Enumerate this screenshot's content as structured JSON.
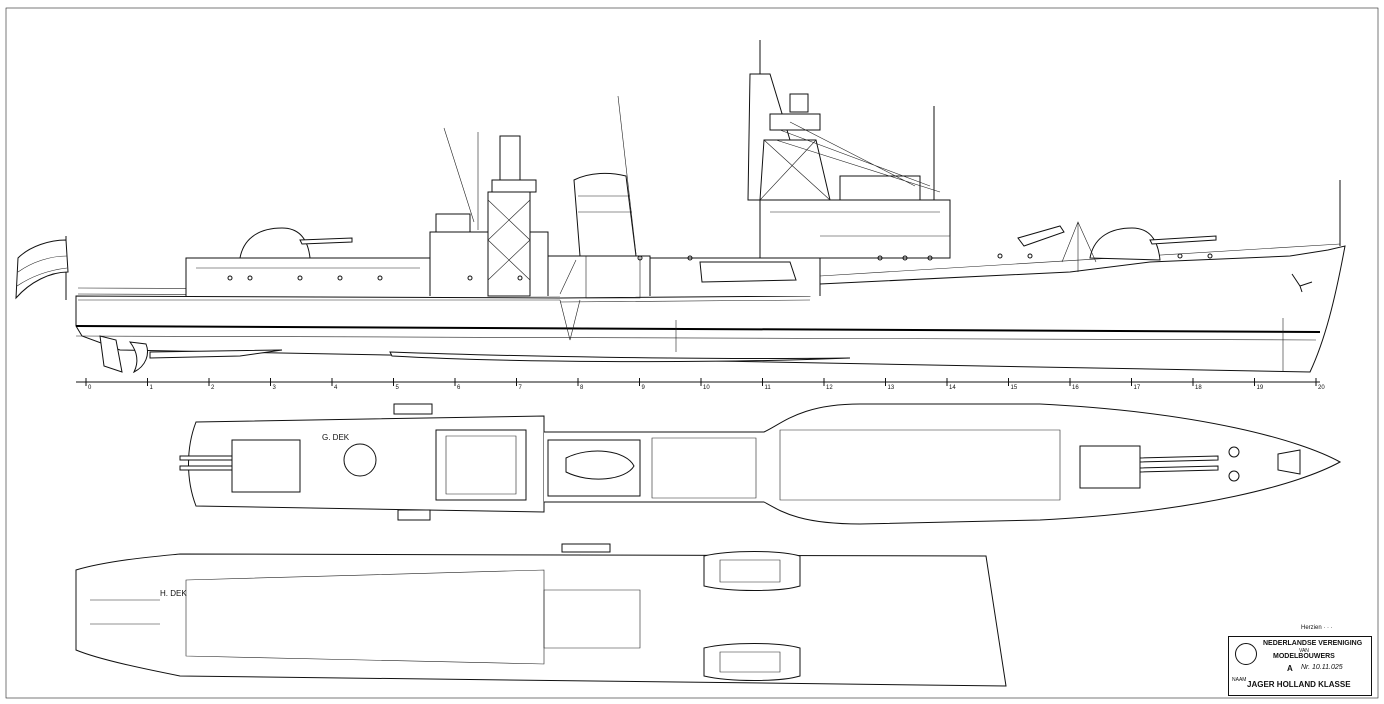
{
  "drawing": {
    "deck_labels": {
      "g_dek": "G. DEK",
      "h_dek": "H. DEK"
    },
    "station_numbers": [
      "0",
      "1",
      "2",
      "3",
      "4",
      "5",
      "6",
      "7",
      "8",
      "9",
      "10",
      "11",
      "12",
      "13",
      "14",
      "15",
      "16",
      "17",
      "18",
      "19",
      "20"
    ]
  },
  "title_block": {
    "organisation_line1": "NEDERLANDSE VERENIGING",
    "organisation_small": "VAN",
    "organisation_line2": "MODELBOUWERS",
    "sheet_letter": "A",
    "drawing_number": "Nr. 10.11.025",
    "name_label": "NAAM",
    "ship_name": "JAGER HOLLAND KLASSE",
    "revision_top": "Herzien  ·  ·  ·"
  }
}
